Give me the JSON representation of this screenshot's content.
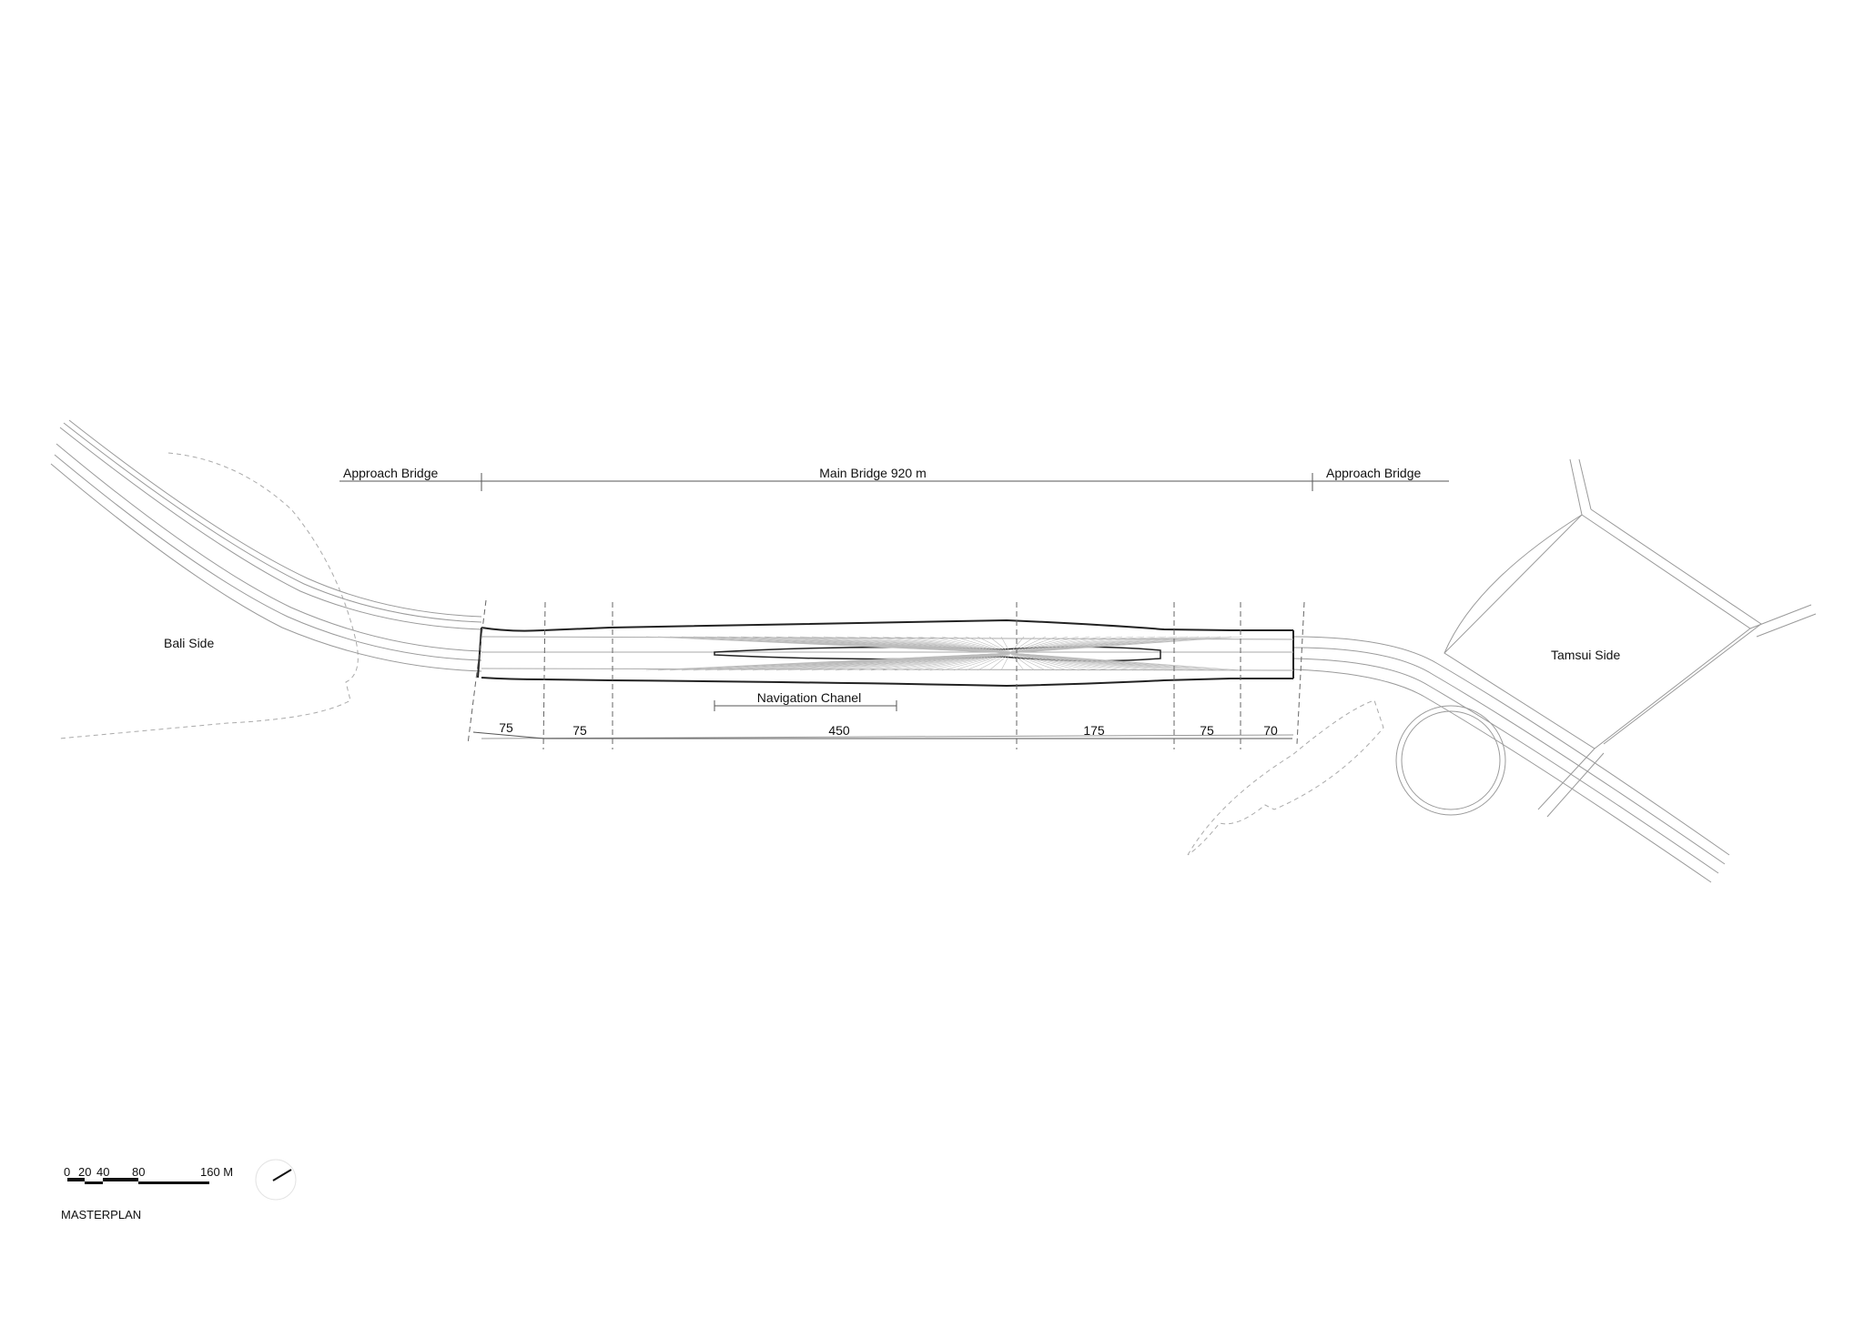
{
  "labels": {
    "approach_left": "Approach Bridge",
    "main_bridge": "Main Bridge  920 m",
    "approach_right": "Approach Bridge",
    "bali_side": "Bali Side",
    "tamsui_side": "Tamsui Side",
    "navigation": "Navigation Chanel",
    "title": "MASTERPLAN"
  },
  "spans": [
    "75",
    "75",
    "450",
    "175",
    "75",
    "70"
  ],
  "scale_bar": {
    "ticks": [
      "0",
      "20",
      "40",
      "80",
      "160 M"
    ]
  },
  "colors": {
    "ink": "#111111",
    "road": "#9a9a9a",
    "light": "#c8c8c8"
  }
}
